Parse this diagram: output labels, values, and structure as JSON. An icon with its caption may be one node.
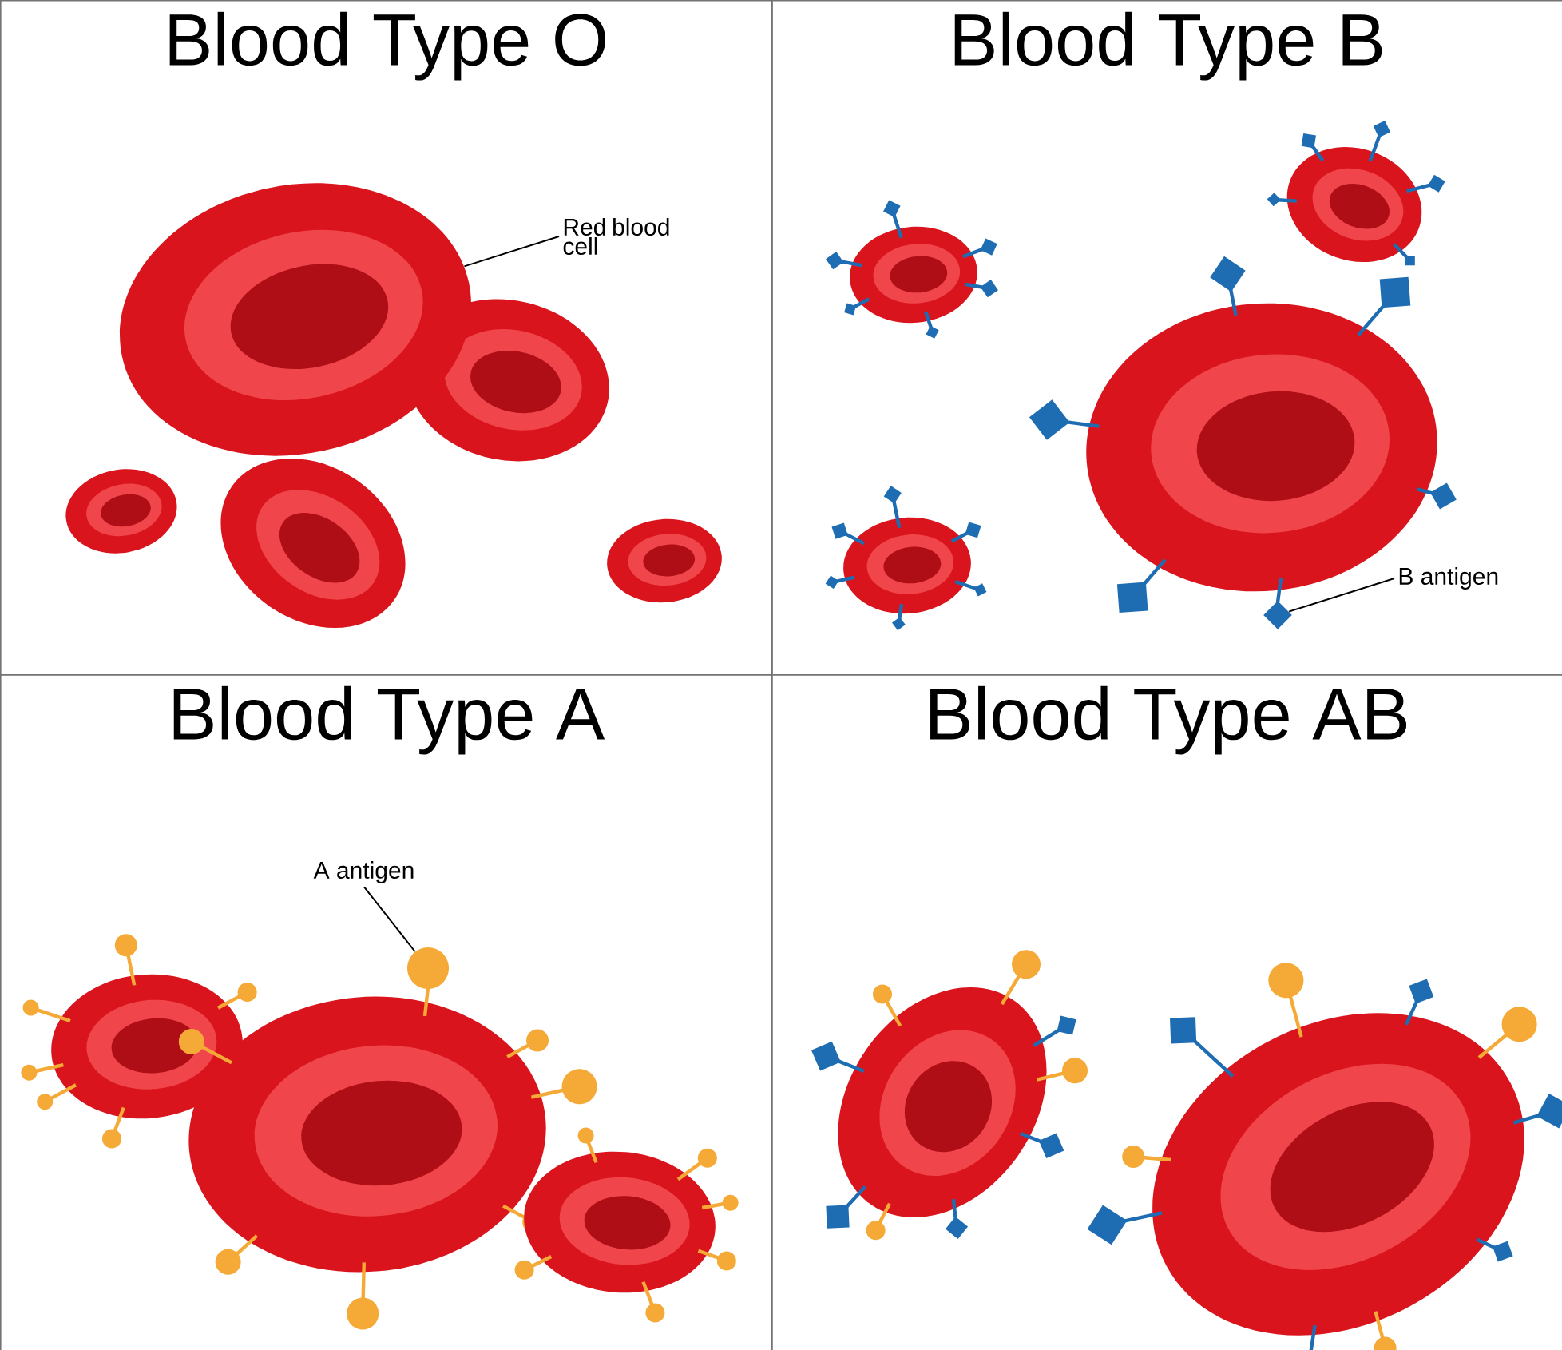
{
  "diagram": {
    "nodes": [
      {
        "text": [
          "Blood Type O"
        ]
      },
      {
        "text": [
          "Blood Type B"
        ]
      },
      {
        "text": [
          "Blood Type A"
        ]
      },
      {
        "text": [
          "Blood Type AB"
        ]
      },
      {
        "text": [
          "Red blood cell"
        ],
        "in": 0
      },
      {
        "text": [],
        "shape": "picture",
        "in": 0
      },
      {
        "text": [
          "B antigen"
        ],
        "in": 1
      },
      {
        "text": [],
        "shape": "diamond",
        "in": 1
      },
      {
        "text": [
          "A antigen"
        ],
        "in": 2
      },
      {
        "text": [],
        "shape": "circle",
        "in": 2
      }
    ],
    "edges": [
      {
        "from": 4,
        "to": 5,
        "arrow": "none"
      },
      {
        "from": 6,
        "to": 7,
        "arrow": "none"
      },
      {
        "from": 8,
        "to": 9,
        "arrow": "none"
      }
    ]
  }
}
